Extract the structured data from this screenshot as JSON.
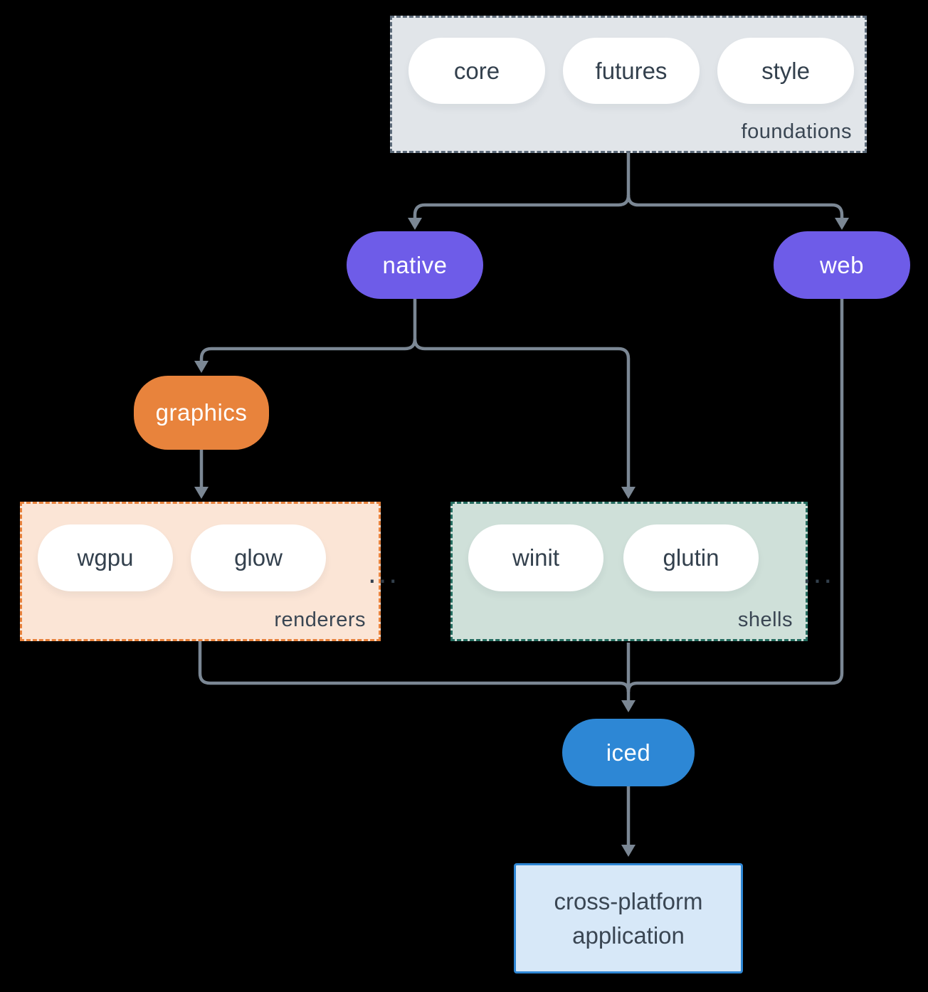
{
  "colors": {
    "background": "#000000",
    "connector": "#7b8794",
    "white": "#ffffff",
    "pill-text": "#33404d",
    "label-text": "#3a4653",
    "purple": "#6e5ce8",
    "orange": "#e8833c",
    "orange-border": "#e8823c",
    "peach-fill": "#fbe5d6",
    "teal-border": "#256d60",
    "sage-fill": "#cfe0d9",
    "gray-fill": "#e1e5e9",
    "gray-border": "#5d6b7a",
    "blue": "#2d87d5",
    "blue-border": "#2e86d4",
    "lightblue-fill": "#d7e8f8"
  },
  "groups": {
    "foundations": {
      "label": "foundations",
      "pills": [
        "core",
        "futures",
        "style"
      ]
    },
    "renderers": {
      "label": "renderers",
      "pills": [
        "wgpu",
        "glow"
      ],
      "ellipsis": "..."
    },
    "shells": {
      "label": "shells",
      "pills": [
        "winit",
        "glutin"
      ],
      "ellipsis": "..."
    }
  },
  "nodes": {
    "native": "native",
    "web": "web",
    "graphics": "graphics",
    "iced": "iced",
    "application": "cross-platform application"
  }
}
